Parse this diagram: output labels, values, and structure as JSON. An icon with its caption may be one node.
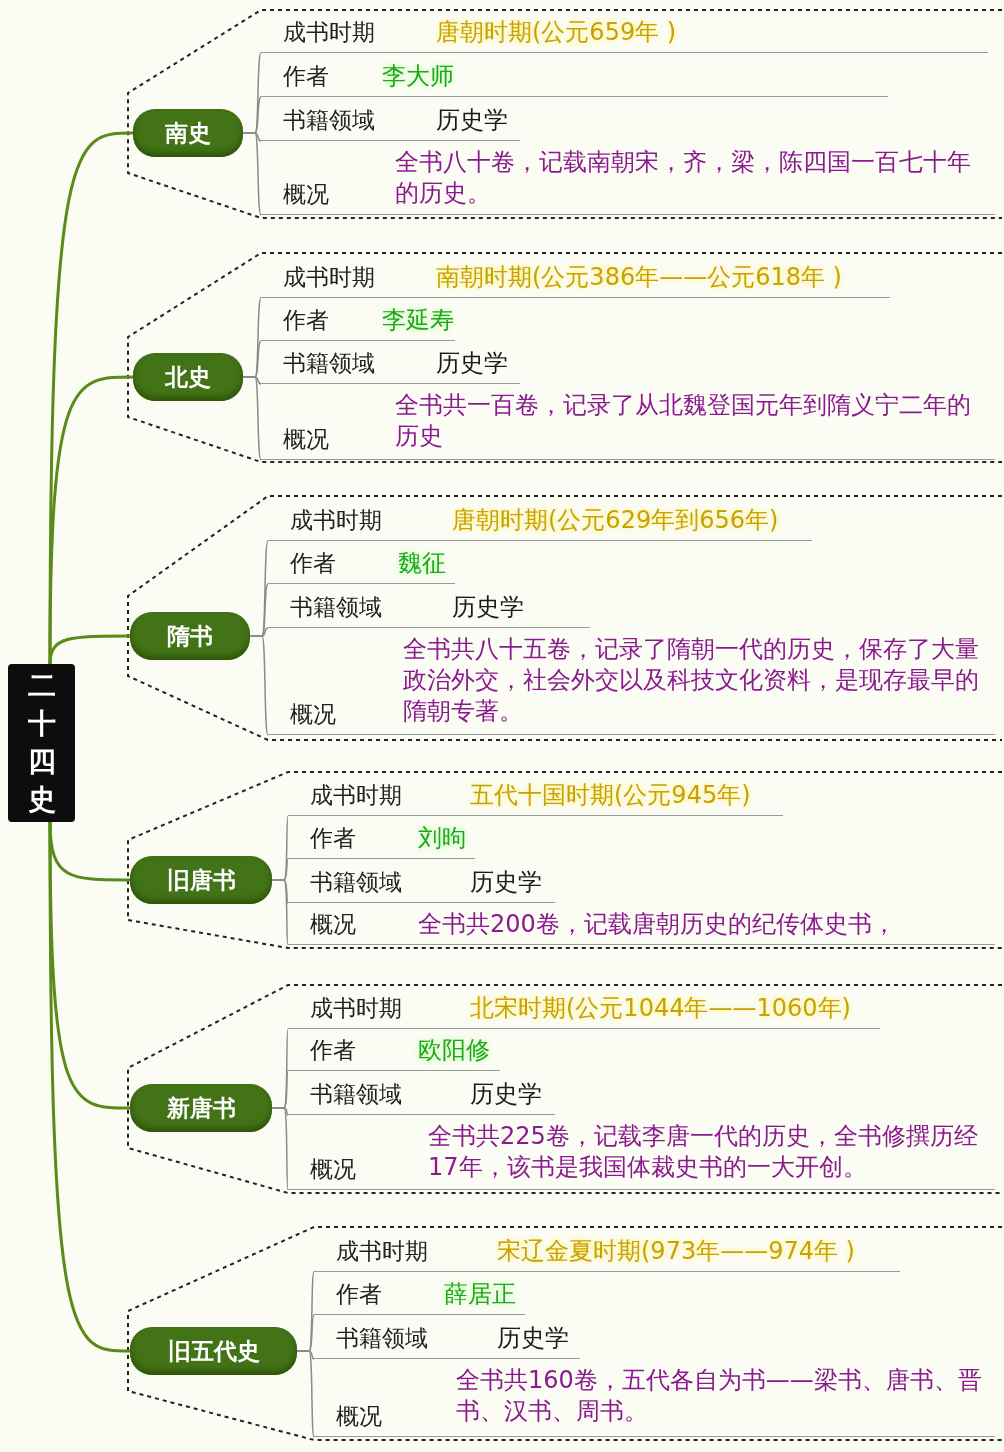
{
  "diagram": {
    "nodes": [
      {
        "text": [
          "二十四史"
        ]
      },
      {
        "text": [
          "南史"
        ]
      },
      {
        "text": [
          "成书时期",
          "唐朝时期(公元659年 )"
        ]
      },
      {
        "text": [
          "作者",
          "李大师"
        ]
      },
      {
        "text": [
          "书籍领域",
          "历史学"
        ]
      },
      {
        "text": [
          "概况",
          "全书八十卷，记载南朝宋，齐，梁，陈四国一百七十年的历史。"
        ]
      },
      {
        "text": [
          "北史"
        ]
      },
      {
        "text": [
          "成书时期",
          "南朝时期(公元386年——公元618年 )"
        ]
      },
      {
        "text": [
          "作者",
          "李延寿"
        ]
      },
      {
        "text": [
          "书籍领域",
          "历史学"
        ]
      },
      {
        "text": [
          "概况",
          "全书共一百卷，记录了从北魏登国元年到隋义宁二年的历史"
        ]
      },
      {
        "text": [
          "隋书"
        ]
      },
      {
        "text": [
          "成书时期",
          "唐朝时期(公元629年到656年)"
        ]
      },
      {
        "text": [
          "作者",
          "魏征"
        ]
      },
      {
        "text": [
          "书籍领域",
          "历史学"
        ]
      },
      {
        "text": [
          "概况",
          "全书共八十五卷，记录了隋朝一代的历史，保存了大量政治外交，社会外交以及科技文化资料，是现存最早的隋朝专著。"
        ]
      },
      {
        "text": [
          "旧唐书"
        ]
      },
      {
        "text": [
          "成书时期",
          "五代十国时期(公元945年)"
        ]
      },
      {
        "text": [
          "作者",
          "刘昫"
        ]
      },
      {
        "text": [
          "书籍领域",
          "历史学"
        ]
      },
      {
        "text": [
          "概况",
          "全书共200卷，记载唐朝历史的纪传体史书，"
        ]
      },
      {
        "text": [
          "新唐书"
        ]
      },
      {
        "text": [
          "成书时期",
          "北宋时期(公元1044年——1060年)"
        ]
      },
      {
        "text": [
          "作者",
          "欧阳修"
        ]
      },
      {
        "text": [
          "书籍领域",
          "历史学"
        ]
      },
      {
        "text": [
          "概况",
          "全书共225卷，记载李唐一代的历史，全书修撰历经17年，该书是我国体裁史书的一大开创。"
        ]
      },
      {
        "text": [
          "旧五代史"
        ]
      },
      {
        "text": [
          "成书时期",
          "宋辽金夏时期(973年——974年 )"
        ]
      },
      {
        "text": [
          "作者",
          "薛居正"
        ]
      },
      {
        "text": [
          "书籍领域",
          "历史学"
        ]
      },
      {
        "text": [
          "概况",
          "全书共160卷，五代各自为书——梁书、唐书、晋书、汉书、周书。"
        ]
      }
    ],
    "edges": [
      {
        "from": 0,
        "to": 1,
        "arrow": "none",
        "color": "#5b8a1c"
      },
      {
        "from": 0,
        "to": 6,
        "arrow": "none",
        "color": "#5b8a1c"
      },
      {
        "from": 0,
        "to": 11,
        "arrow": "none",
        "color": "#5b8a1c"
      },
      {
        "from": 0,
        "to": 16,
        "arrow": "none",
        "color": "#5b8a1c"
      },
      {
        "from": 0,
        "to": 21,
        "arrow": "none",
        "color": "#5b8a1c"
      },
      {
        "from": 0,
        "to": 26,
        "arrow": "none",
        "color": "#5b8a1c"
      },
      {
        "from": 1,
        "to": 2,
        "arrow": "none"
      },
      {
        "from": 1,
        "to": 3,
        "arrow": "none"
      },
      {
        "from": 1,
        "to": 4,
        "arrow": "none"
      },
      {
        "from": 1,
        "to": 5,
        "arrow": "none"
      },
      {
        "from": 6,
        "to": 7,
        "arrow": "none"
      },
      {
        "from": 6,
        "to": 8,
        "arrow": "none"
      },
      {
        "from": 6,
        "to": 9,
        "arrow": "none"
      },
      {
        "from": 6,
        "to": 10,
        "arrow": "none"
      },
      {
        "from": 11,
        "to": 12,
        "arrow": "none"
      },
      {
        "from": 11,
        "to": 13,
        "arrow": "none"
      },
      {
        "from": 11,
        "to": 14,
        "arrow": "none"
      },
      {
        "from": 11,
        "to": 15,
        "arrow": "none"
      },
      {
        "from": 16,
        "to": 17,
        "arrow": "none"
      },
      {
        "from": 16,
        "to": 18,
        "arrow": "none"
      },
      {
        "from": 16,
        "to": 19,
        "arrow": "none"
      },
      {
        "from": 16,
        "to": 20,
        "arrow": "none"
      },
      {
        "from": 21,
        "to": 22,
        "arrow": "none"
      },
      {
        "from": 21,
        "to": 23,
        "arrow": "none"
      },
      {
        "from": 21,
        "to": 24,
        "arrow": "none"
      },
      {
        "from": 21,
        "to": 25,
        "arrow": "none"
      },
      {
        "from": 26,
        "to": 27,
        "arrow": "none"
      },
      {
        "from": 26,
        "to": 28,
        "arrow": "none"
      },
      {
        "from": 26,
        "to": 29,
        "arrow": "none"
      },
      {
        "from": 26,
        "to": 30,
        "arrow": "none"
      }
    ]
  }
}
